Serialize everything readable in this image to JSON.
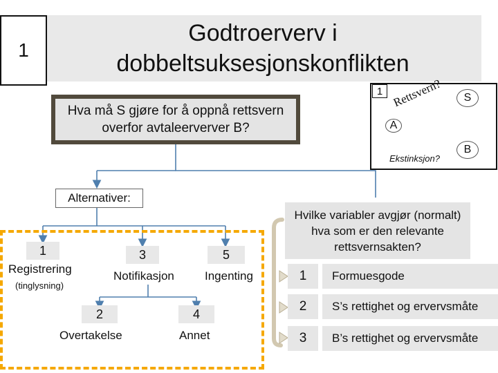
{
  "slide_number": "1",
  "title": "Godtroerverv i dobbeltsuksesjonskonflikten",
  "question": "Hva må S gjøre for å oppnå rettsvern overfor avtaleerverver B?",
  "diagram": {
    "number": "1",
    "rettsvern_label": "Rettsvern?",
    "node_a": "A",
    "node_s": "S",
    "node_b": "B",
    "ekstinksjon_label": "Ekstinksjon?"
  },
  "alternatives": {
    "heading": "Alternativer:",
    "items": [
      {
        "number": "1",
        "label": "Registrering",
        "sublabel": "(tinglysning)"
      },
      {
        "number": "2",
        "label": "Overtakelse"
      },
      {
        "number": "3",
        "label": "Notifikasjon"
      },
      {
        "number": "4",
        "label": "Annet"
      },
      {
        "number": "5",
        "label": "Ingenting"
      }
    ]
  },
  "variables_question": "Hvilke variabler avgjør (normalt) hva som er den relevante rettsvernsakten?",
  "variables": [
    {
      "number": "1",
      "label": "Formuesgode"
    },
    {
      "number": "2",
      "label": "S’s rettighet og ervervsmåte"
    },
    {
      "number": "3",
      "label": "B’s rettighet og ervervsmåte"
    }
  ],
  "colors": {
    "dashed_border": "#f5a800",
    "connector_blue": "#4f7fae",
    "question_border": "#514a3c",
    "ekstinksjon_arrow": "#c0304a"
  }
}
